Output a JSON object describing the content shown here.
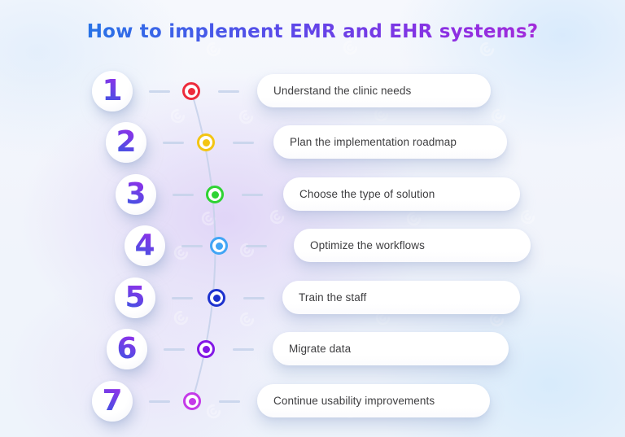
{
  "title": {
    "text": "How to implement EMR and EHR systems?"
  },
  "colors": {
    "title_gradient_start": "#1e7be6",
    "title_gradient_end": "#b02ad4",
    "number_gradient_from": "#8a33e8",
    "number_gradient_to": "#3d55e2",
    "connector_line": "#c6d2ea",
    "card_background": "#ffffff",
    "card_text": "#3e3e40"
  },
  "steps": [
    {
      "number": "1",
      "label": "Understand the clinic needs",
      "color": "#ed2b3c"
    },
    {
      "number": "2",
      "label": "Plan the implementation roadmap",
      "color": "#f3c513"
    },
    {
      "number": "3",
      "label": "Choose the type of solution",
      "color": "#2ed333"
    },
    {
      "number": "4",
      "label": "Optimize the workflows",
      "color": "#42a5f5"
    },
    {
      "number": "5",
      "label": "Train the staff",
      "color": "#1d32ce"
    },
    {
      "number": "6",
      "label": "Migrate data",
      "color": "#8318e6"
    },
    {
      "number": "7",
      "label": "Continue usability improvements",
      "color": "#c43ae8"
    }
  ]
}
